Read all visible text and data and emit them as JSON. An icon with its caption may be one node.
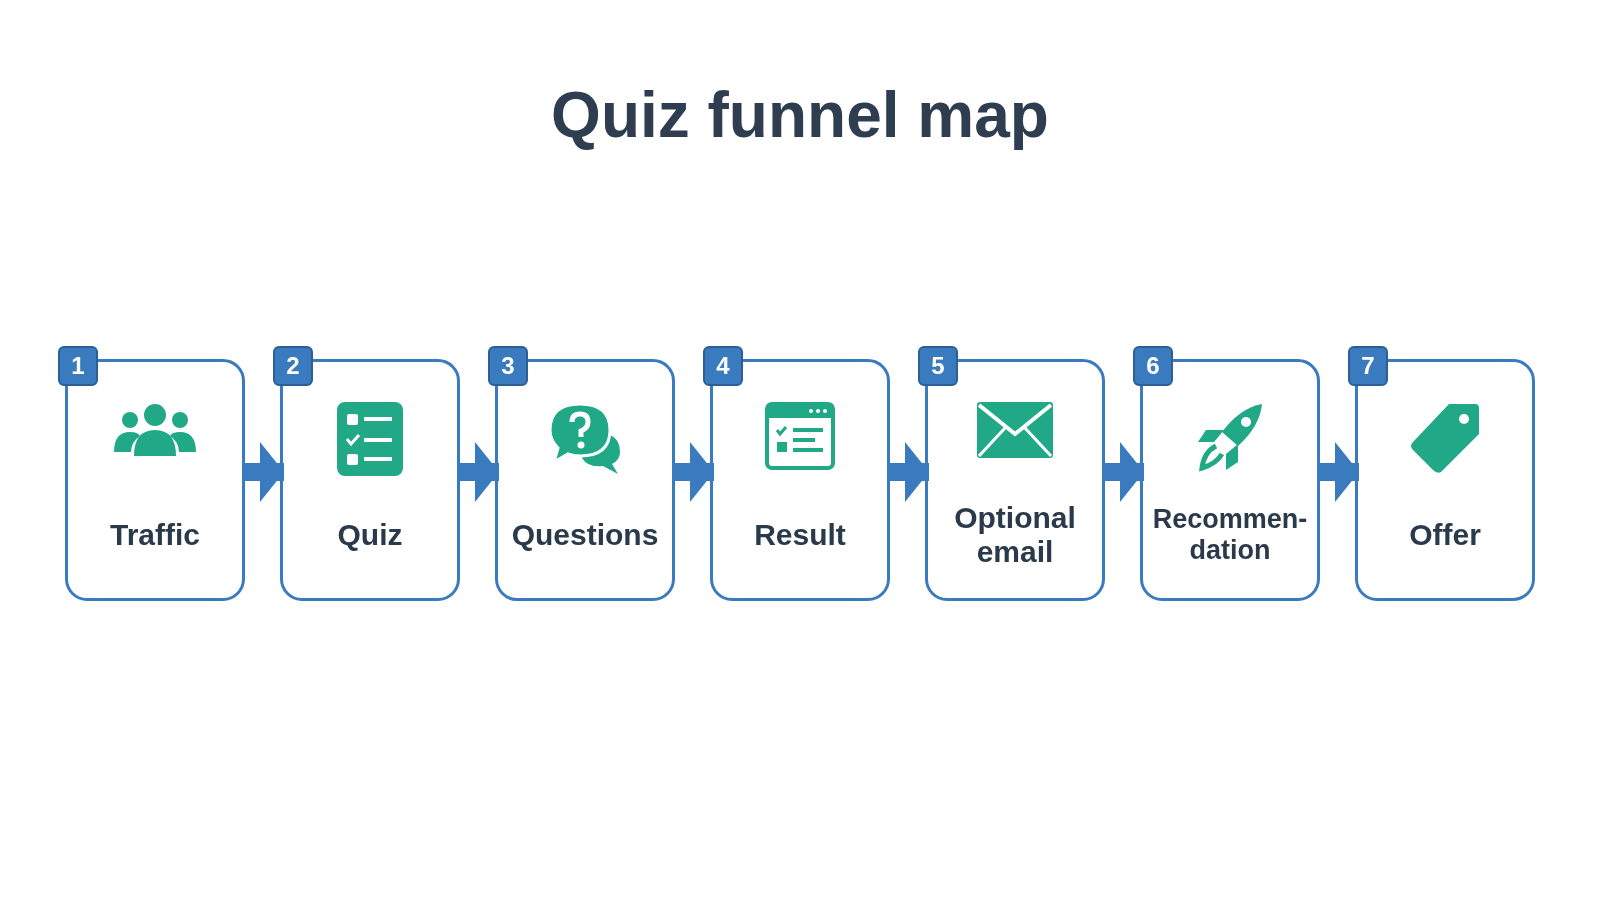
{
  "diagram": {
    "title": "Quiz funnel map",
    "nodes": [
      {
        "text": [
          "1",
          "Traffic"
        ]
      },
      {
        "text": [
          "2",
          "Quiz"
        ]
      },
      {
        "text": [
          "3",
          "Questions"
        ]
      },
      {
        "text": [
          "4",
          "Result"
        ]
      },
      {
        "text": [
          "5",
          "Optional email"
        ]
      },
      {
        "text": [
          "6",
          "Recommen- dation"
        ]
      },
      {
        "text": [
          "7",
          "Offer"
        ]
      }
    ],
    "edges": [
      {
        "from": 0,
        "to": 1,
        "arrow": "to"
      },
      {
        "from": 1,
        "to": 2,
        "arrow": "to"
      },
      {
        "from": 2,
        "to": 3,
        "arrow": "to"
      },
      {
        "from": 3,
        "to": 4,
        "arrow": "to"
      },
      {
        "from": 4,
        "to": 5,
        "arrow": "to"
      },
      {
        "from": 5,
        "to": 6,
        "arrow": "to"
      }
    ]
  }
}
